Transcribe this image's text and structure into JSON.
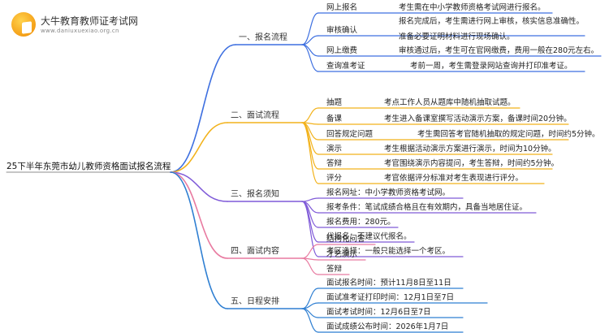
{
  "logo": {
    "title": "大牛教育教师证考试网",
    "url": "www.daniuxuexiao.org.cn"
  },
  "root": "25下半年东莞市幼儿教师资格面试报名流程",
  "colors": {
    "s1": "#3d6fe0",
    "s2": "#f2b21b",
    "s3": "#7f5ad8",
    "s4": "#e87aa0",
    "s5": "#2f7fd2",
    "root_line": "#8c8c8c"
  },
  "sections": [
    {
      "label": "一、报名流程",
      "items": [
        {
          "key": "网上报名",
          "desc": "考生需在中小学教师资格考试网进行报名。"
        },
        {
          "key": "审核确认",
          "desc": [
            "报名完成后，考生需进行网上审核，核实信息准确性。",
            "准备必要证明材料进行现场确认。"
          ]
        },
        {
          "key": "网上缴费",
          "desc": "审核通过后，考生可在官网缴费，费用一般在280元左右。"
        },
        {
          "key": "查询准考证",
          "desc": "考前一周，考生需登录网站查询并打印准考证。"
        }
      ]
    },
    {
      "label": "二、面试流程",
      "items": [
        {
          "key": "抽题",
          "desc": "考点工作人员从题库中随机抽取试题。"
        },
        {
          "key": "备课",
          "desc": "考生进入备课室撰写活动演示方案，备课时间20分钟。"
        },
        {
          "key": "回答规定问题",
          "desc": "考生需回答考官随机抽取的规定问题，时间约5分钟。"
        },
        {
          "key": "演示",
          "desc": "考生根据活动演示方案进行演示，时间为10分钟。"
        },
        {
          "key": "答辩",
          "desc": "考官围绕演示内容提问，考生答辩，时间约5分钟。"
        },
        {
          "key": "评分",
          "desc": "考官依据评分标准对考生表现进行评分。"
        }
      ]
    },
    {
      "label": "三、报名须知",
      "items": [
        "报名网址：中小学教师资格考试网。",
        "报考条件：笔试成绩合格且在有效期内，具备当地居住证。",
        "报名费用：280元。",
        "代报名：不建议代报名。",
        "考区选择：一般只能选择一个考区。"
      ]
    },
    {
      "label": "四、面试内容",
      "items": [
        "结构化问答",
        "才艺演示",
        "答辩"
      ]
    },
    {
      "label": "五、日程安排",
      "items": [
        "面试报名时间：预计11月8日至11日",
        "面试准考证打印时间：12月1日至7日",
        "面试考试时间：12月6日至7日",
        "面试成绩公布时间：2026年1月7日"
      ]
    }
  ]
}
